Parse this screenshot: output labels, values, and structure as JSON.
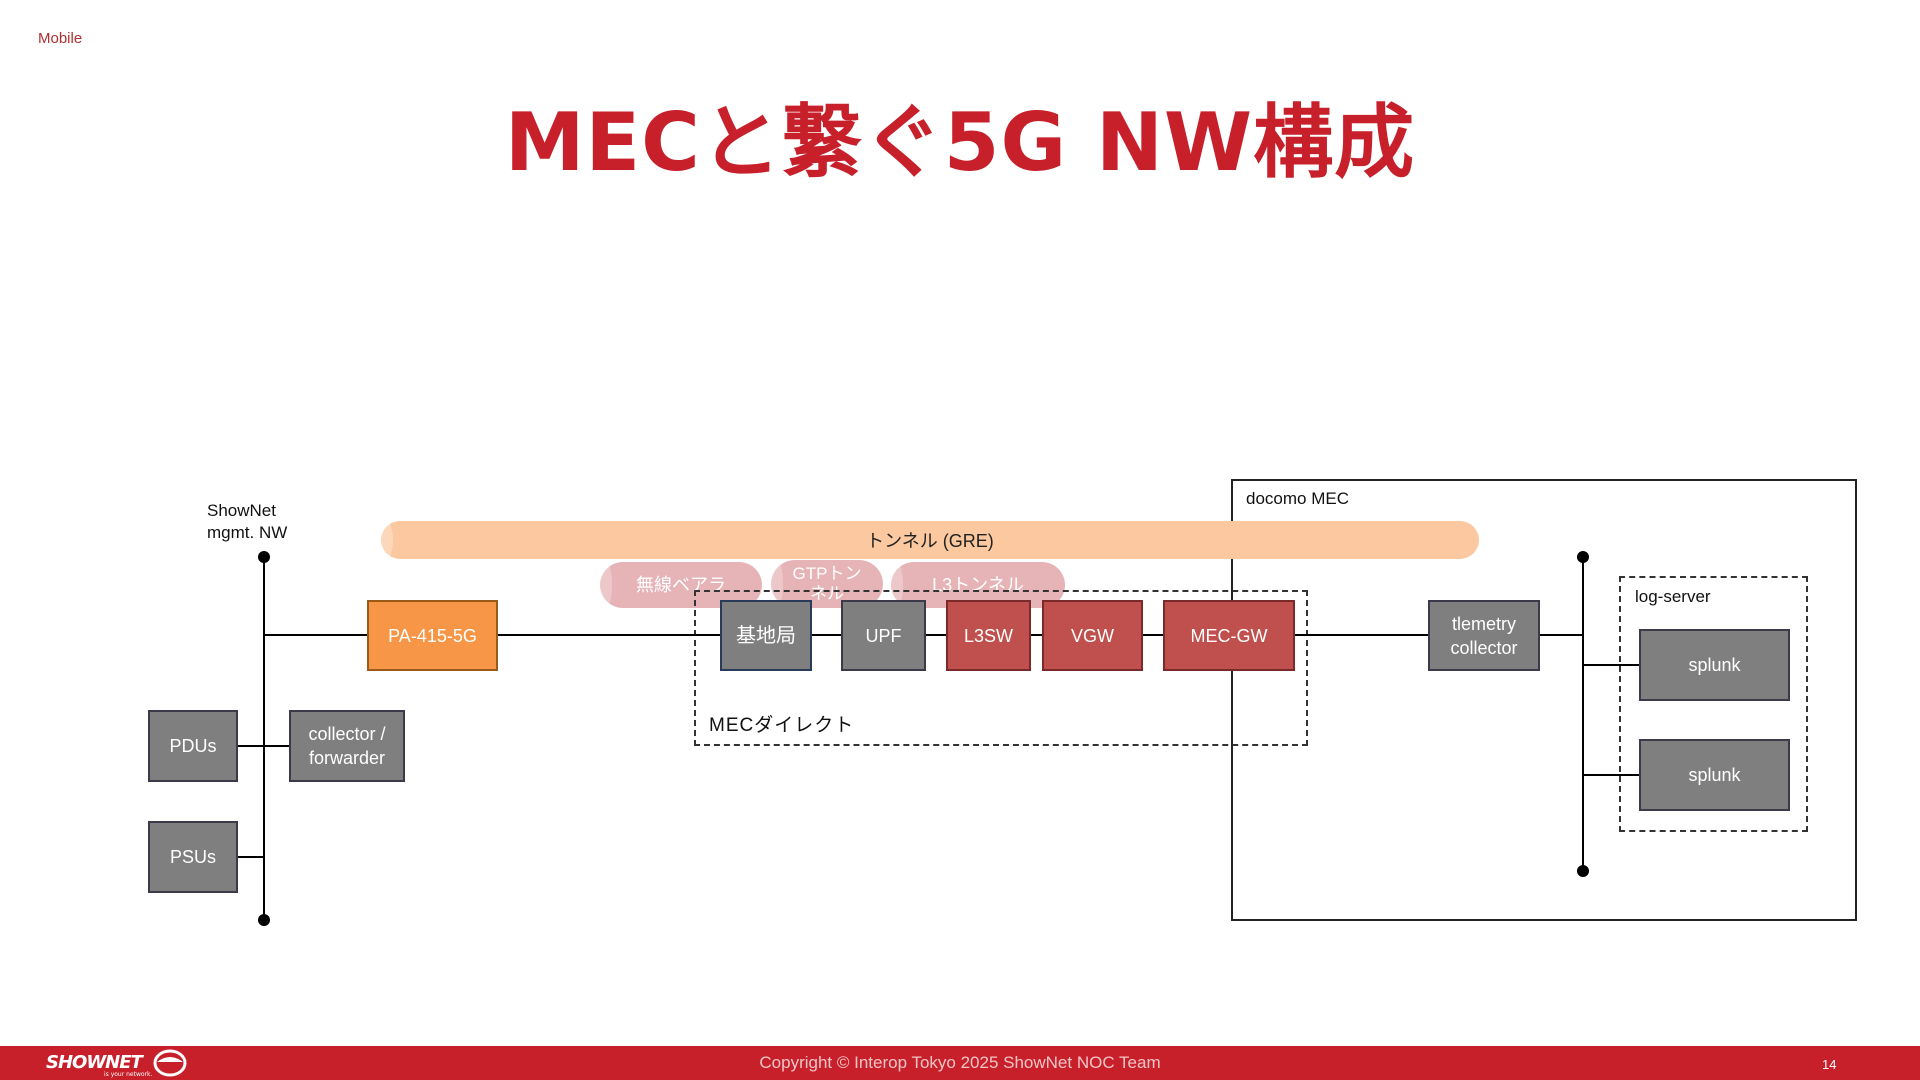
{
  "section_label": "Mobile",
  "title": "MECと繋ぐ5G NW構成",
  "diagram": {
    "mgmt_label_line1": "ShowNet",
    "mgmt_label_line2": "mgmt. NW",
    "docomo_label": "docomo MEC",
    "mec_direct_label": "MECダイレクト",
    "log_server_label": "log-server",
    "tunnels": {
      "gre": "トンネル (GRE)",
      "radio_bearer": "無線ベアラ",
      "gtp_line1": "GTPトン",
      "gtp_line2": "ネル",
      "l3_tunnel": "L3トンネル"
    },
    "nodes": {
      "pa": "PA-415-5G",
      "base_station": "基地局",
      "upf": "UPF",
      "l3sw": "L3SW",
      "vgw": "VGW",
      "mec_gw": "MEC-GW",
      "telemetry_line1": "tlemetry",
      "telemetry_line2": "collector",
      "splunk_1": "splunk",
      "splunk_2": "splunk",
      "pdus": "PDUs",
      "psus": "PSUs",
      "collector_line1": "collector /",
      "collector_line2": "forwarder"
    },
    "colors": {
      "gray_node": "#7f7f7f",
      "red_node": "#c0504d",
      "orange_node": "#f79646",
      "gre_tunnel": "#fbc8a0",
      "inner_tunnel": "#dc969b"
    }
  },
  "footer": {
    "logo_text": "SHOWNET",
    "logo_tagline": "is your network.",
    "copyright": "Copyright © Interop Tokyo 2025 ShowNet NOC Team",
    "page_number": "14"
  }
}
